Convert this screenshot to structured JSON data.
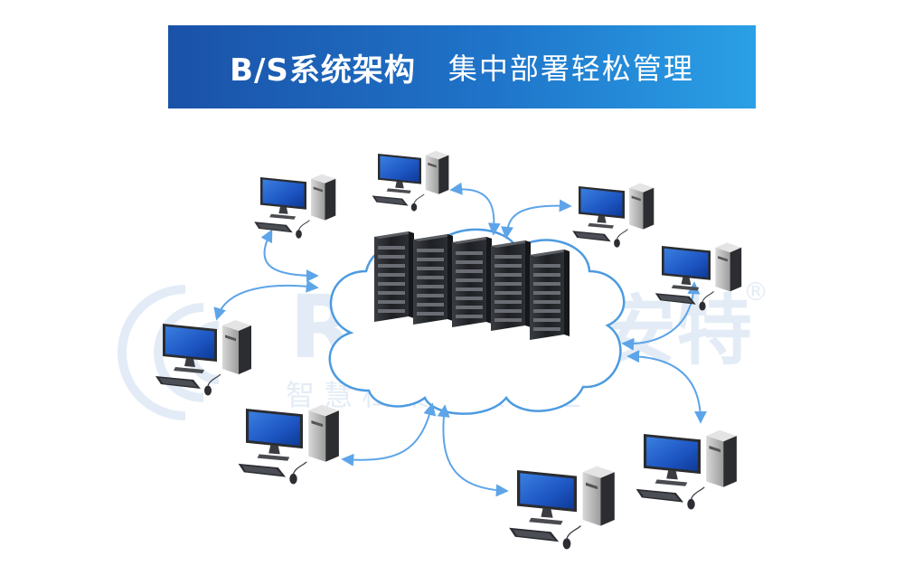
{
  "banner": {
    "title": "B/S系统架构",
    "subtitle": "集中部署轻松管理"
  },
  "watermark": {
    "brand": "ROI",
    "brand_cn": "能安特",
    "registered": "®",
    "slogan": "智 慧 档 案   极 致 安 全"
  },
  "colors": {
    "banner_start": "#1a52a8",
    "banner_end": "#2aa0e6",
    "link": "#5ea4e8",
    "cloud_stroke": "#4d9be0",
    "watermark": "#e3ecf6"
  },
  "nodes": [
    {
      "name": "client-top-left"
    },
    {
      "name": "client-top-center"
    },
    {
      "name": "client-top-right"
    },
    {
      "name": "client-right"
    },
    {
      "name": "client-left"
    },
    {
      "name": "client-bottom-left"
    },
    {
      "name": "client-bottom-center"
    },
    {
      "name": "client-bottom-right"
    }
  ]
}
